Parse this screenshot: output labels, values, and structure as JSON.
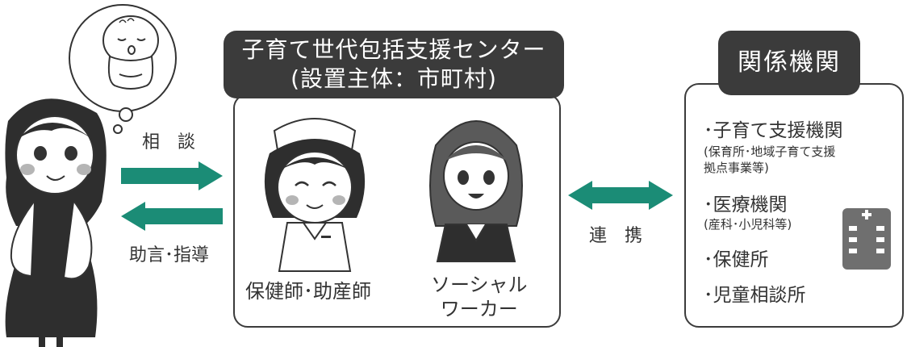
{
  "consultation_label": "相　談",
  "advice_label": "助言･指導",
  "center": {
    "title_line1": "子育て世代包括支援センター",
    "title_line2": "(設置主体：市町村)",
    "nurse_label": "保健師･助産師",
    "social_worker_line1": "ソーシャル",
    "social_worker_line2": "ワーカー"
  },
  "coordination_label": "連　携",
  "related": {
    "title": "関係機関",
    "items": [
      {
        "name": "･子育て支援機関",
        "detail": [
          "(保育所･地域子育て支援",
          "拠点事業等)"
        ]
      },
      {
        "name": "･医療機関",
        "detail": [
          "(産科･小児科等)"
        ]
      },
      {
        "name": "･保健所",
        "detail": []
      },
      {
        "name": "･児童相談所",
        "detail": []
      }
    ]
  },
  "colors": {
    "arrow": "#1b8c76",
    "dark": "#3b3b3b",
    "skin": "#ffffff",
    "cheek": "#b5b5b5",
    "hospital": "#6f6f6f"
  },
  "icons": [
    "baby-thought-bubble",
    "mother-figure",
    "nurse-figure",
    "social-worker-figure",
    "hospital-icon"
  ]
}
